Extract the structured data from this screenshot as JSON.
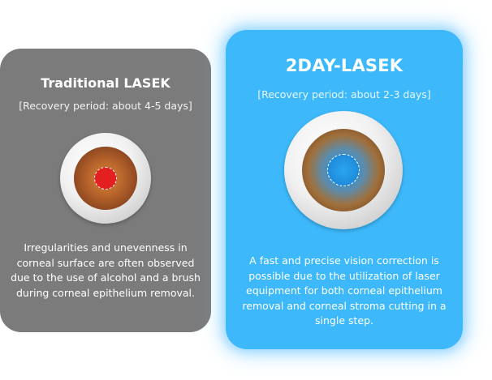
{
  "traditional": {
    "title": "Traditional LASEK",
    "period": "[Recovery period: about 4-5 days]",
    "description": "Irregularities and unevenness in corneal surface are often observed due to the use of alcohol and a brush during corneal epithelium removal.",
    "card_color": "#7b7b7b",
    "eye_icon": "brown-eye-with-red-spot-icon"
  },
  "twoday": {
    "title": "2DAY-LASEK",
    "period": "[Recovery period: about 2-3 days]",
    "description": "A fast and precise vision correction is possible due to the utilization of laser equipment for both corneal epithelium removal and corneal stroma cutting in a single step.",
    "card_color": "#3db9fb",
    "eye_icon": "blue-eye-with-blue-spot-icon"
  }
}
